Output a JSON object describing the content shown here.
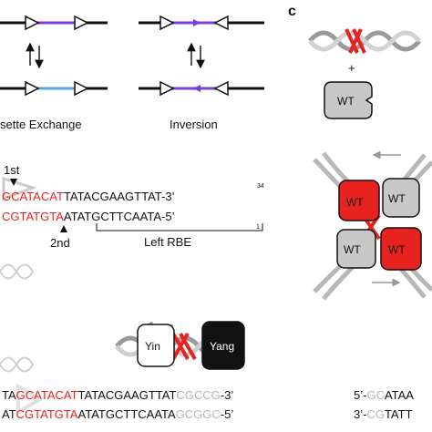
{
  "panel_c_label": "c",
  "top_diagrams": {
    "left_caption": "sette Exchange",
    "right_caption": "Inversion",
    "purple": "#7b3fd6",
    "light_blue": "#5aa7e0"
  },
  "sequence_1": {
    "first_marker": "1st",
    "second_marker": "2nd",
    "top_red": "GCATACAT",
    "top_black": "TATACGAAGTTAT",
    "top_end": "-3’",
    "top_number": "34",
    "bottom_red": "CGTATGTA",
    "bottom_black": "ATATGCTTCAATA",
    "bottom_end": "-5’",
    "bottom_number": "1",
    "rbe_label": "Left RBE"
  },
  "yin_yang": {
    "yin_label": "Yin",
    "yang_label": "Yang"
  },
  "sequence_2": {
    "top_pre": "TA",
    "top_red": "GCATACAT",
    "top_black": "TATACGAAGTTAT",
    "top_gray": "CGCCG",
    "top_end": "-3’",
    "bottom_pre": "AT",
    "bottom_red": "CGTATGTA",
    "bottom_black": "ATATGCTTCAATA",
    "bottom_gray": "GCGGC",
    "bottom_end": "-5’"
  },
  "panel_c": {
    "plus": "+",
    "wt_label": "WT",
    "seq_top_prefix": "5’-",
    "seq_top_gray": "GC",
    "seq_top_black": "ATAA",
    "seq_bottom_prefix": "3’-",
    "seq_bottom_gray": "CG",
    "seq_bottom_black": "TATT",
    "red": "#e8231f",
    "gray": "#c8c8c8"
  }
}
